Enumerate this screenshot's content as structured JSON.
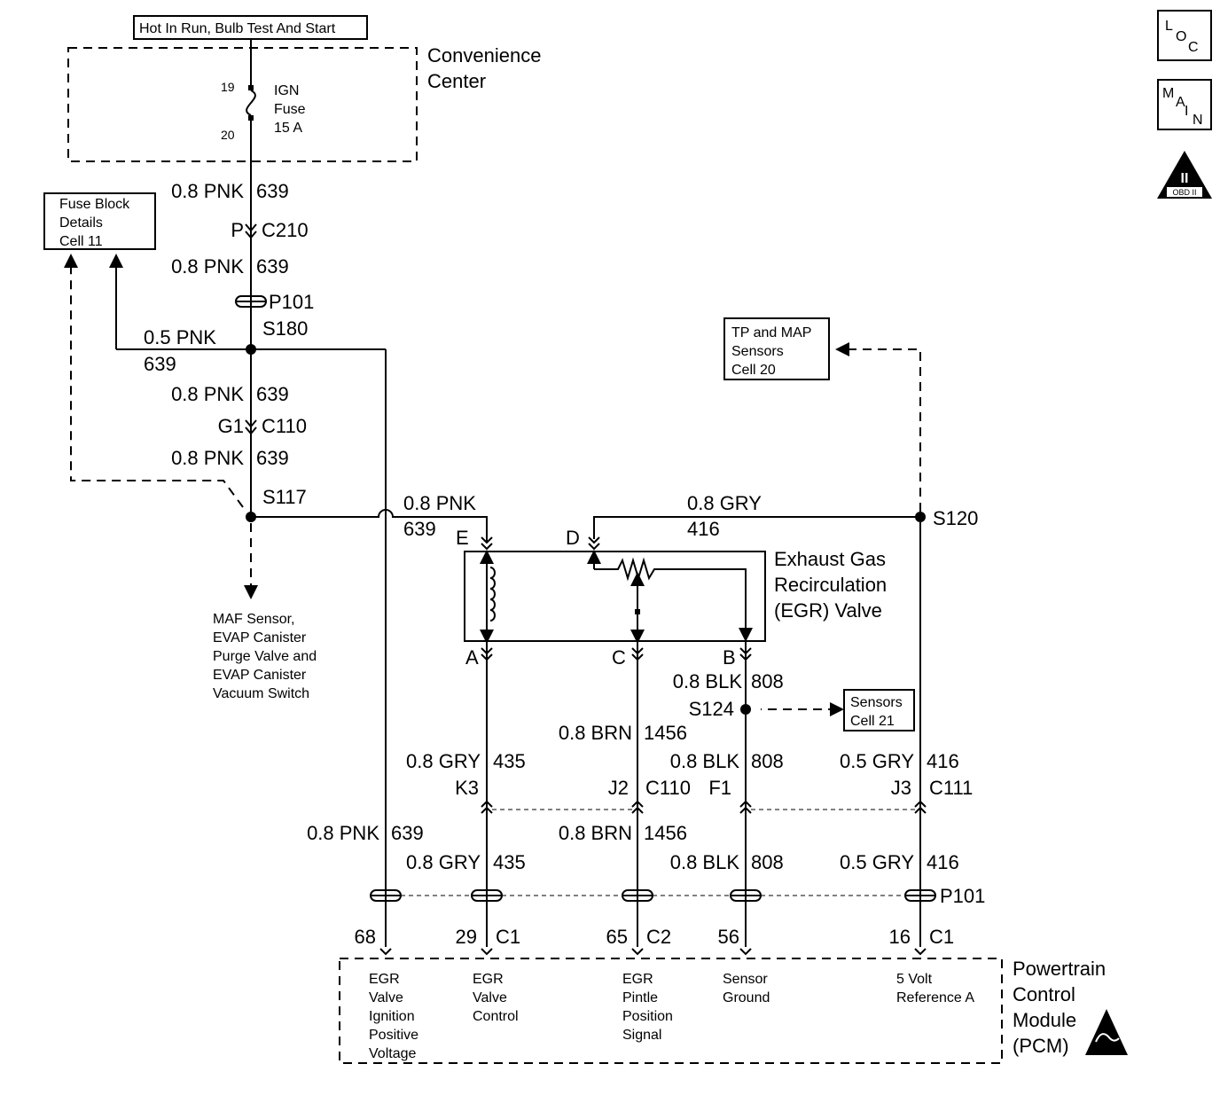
{
  "header_box": "Hot In Run, Bulb Test And Start",
  "convenience_center": {
    "line1": "Convenience",
    "line2": "Center"
  },
  "fuse": {
    "pin_top": "19",
    "pin_bottom": "20",
    "line1": "IGN",
    "line2": "Fuse",
    "line3": "15 A"
  },
  "fuse_block_ref": {
    "line1": "Fuse Block",
    "line2": "Details",
    "line3": "Cell 11"
  },
  "tp_map_ref": {
    "line1": "TP and MAP",
    "line2": "Sensors",
    "line3": "Cell 20"
  },
  "sensors_ref": {
    "line1": "Sensors",
    "line2": "Cell 21"
  },
  "side_icons": {
    "loc": [
      "L",
      "O",
      "C"
    ],
    "main": [
      "M",
      "A",
      "I",
      "N"
    ],
    "obd_numeral": "II",
    "obd_label": "OBD II"
  },
  "wires": {
    "w1": "0.8 PNK",
    "c1": "639",
    "conn_c210_pin": "P",
    "conn_c210": "C210",
    "w2": "0.8 PNK",
    "c2": "639",
    "p101_top": "P101",
    "s180": "S180",
    "w3": "0.5 PNK",
    "c3": "639",
    "w4": "0.8 PNK",
    "c4": "639",
    "conn_c110_pin": "G1",
    "conn_c110": "C110",
    "w5": "0.8 PNK",
    "c5": "639",
    "s117": "S117",
    "w6": "0.8 PNK",
    "c6": "639",
    "w7": "0.8 GRY",
    "c7": "416",
    "s120": "S120",
    "w8": "0.8 BLK",
    "c8": "808",
    "s124": "S124",
    "w9": "0.8 BRN",
    "c9": "1456",
    "w10": "0.8 GRY",
    "c10": "435",
    "w11": "0.8 BLK",
    "c11": "808",
    "w12": "0.5 GRY",
    "c12": "416",
    "k3": "K3",
    "j2": "J2",
    "c110b": "C110",
    "f1": "F1",
    "j3": "J3",
    "c111": "C111",
    "w13": "0.8 PNK",
    "c13": "639",
    "w14": "0.8 BRN",
    "c14": "1456",
    "w15": "0.8 GRY",
    "c15": "435",
    "w16": "0.8 BLK",
    "c16": "808",
    "w17": "0.5 GRY",
    "c17": "416",
    "p101_bottom": "P101"
  },
  "maf_ref": {
    "line1": "MAF Sensor,",
    "line2": "EVAP Canister",
    "line3": "Purge Valve and",
    "line4": "EVAP Canister",
    "line5": "Vacuum Switch"
  },
  "egr_valve": {
    "line1": "Exhaust Gas",
    "line2": "Recirculation",
    "line3": "(EGR) Valve",
    "pin_e": "E",
    "pin_d": "D",
    "pin_a": "A",
    "pin_c": "C",
    "pin_b": "B"
  },
  "pcm_pins": [
    {
      "num": "68",
      "conn": ""
    },
    {
      "num": "29",
      "conn": "C1"
    },
    {
      "num": "65",
      "conn": "C2"
    },
    {
      "num": "56",
      "conn": ""
    },
    {
      "num": "16",
      "conn": "C1"
    }
  ],
  "pcm_functions": {
    "f1": [
      "EGR",
      "Valve",
      "Ignition",
      "Positive",
      "Voltage"
    ],
    "f2": [
      "EGR",
      "Valve",
      "Control"
    ],
    "f3": [
      "EGR",
      "Pintle",
      "Position",
      "Signal"
    ],
    "f4": [
      "Sensor",
      "Ground"
    ],
    "f5": [
      "5 Volt",
      "Reference A"
    ]
  },
  "pcm": {
    "line1": "Powertrain",
    "line2": "Control",
    "line3": "Module",
    "line4": "(PCM)"
  }
}
